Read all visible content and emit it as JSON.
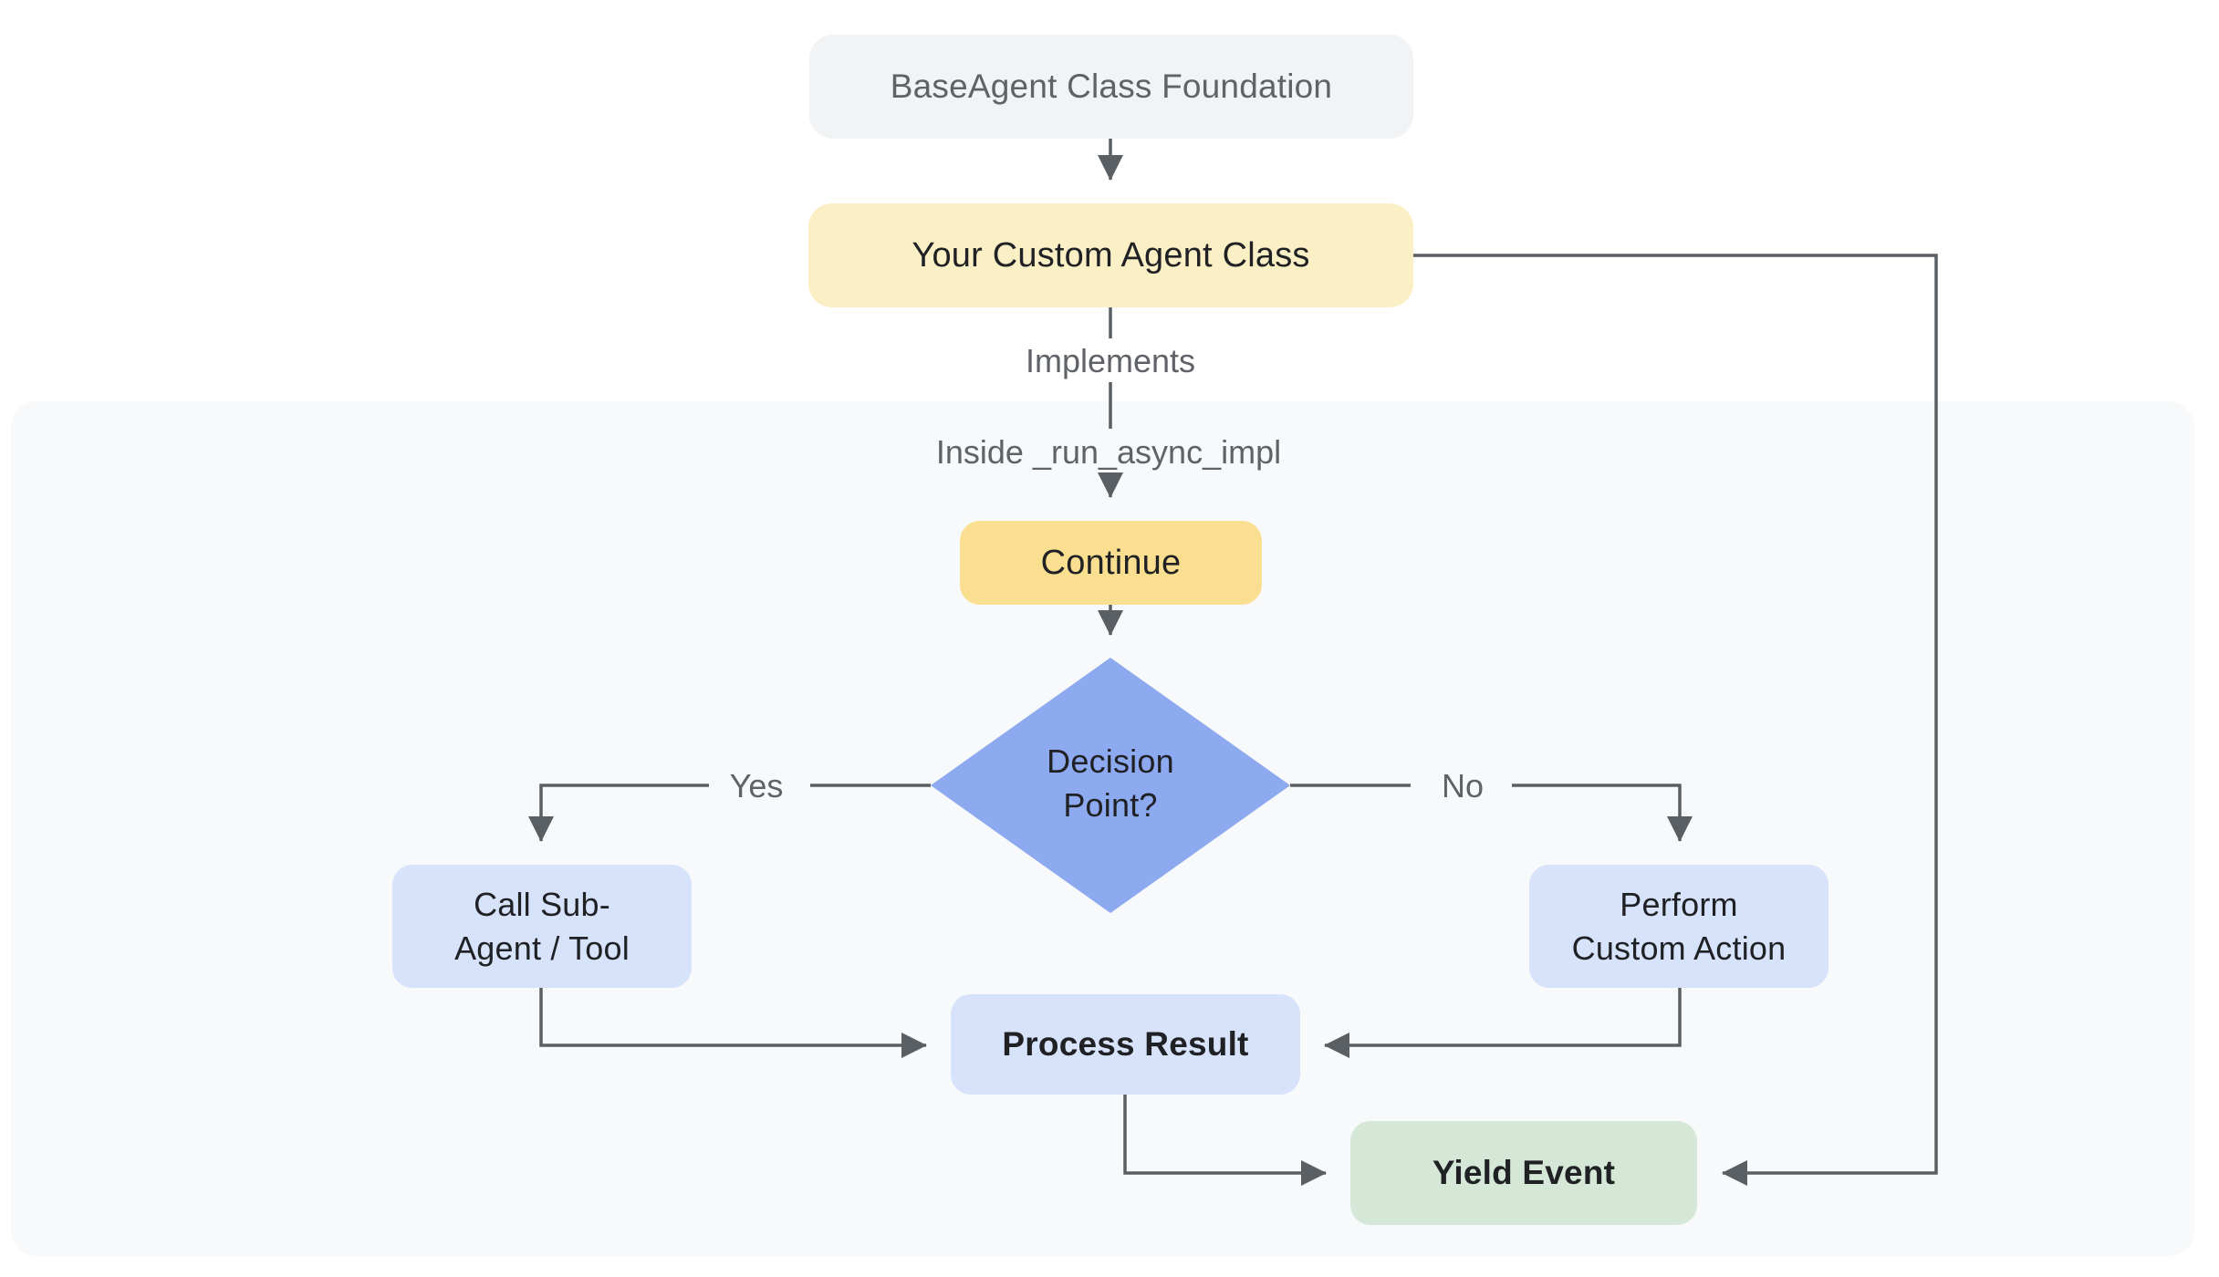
{
  "diagram": {
    "title": "Custom agent flowchart",
    "nodes": {
      "base_agent": {
        "label": "BaseAgent Class Foundation"
      },
      "custom_agent": {
        "label": "Your Custom Agent Class"
      },
      "continue_step": {
        "label": "Continue"
      },
      "decision": {
        "label": "Decision\nPoint?"
      },
      "call_subagent": {
        "label": "Call Sub-\nAgent / Tool"
      },
      "perform_custom": {
        "label": "Perform\nCustom Action"
      },
      "process_result": {
        "label": "Process Result"
      },
      "yield_event": {
        "label": "Yield Event"
      }
    },
    "edge_labels": {
      "implements": "Implements",
      "inside_impl": "Inside _run_async_impl",
      "yes": "Yes",
      "no": "No"
    },
    "colors": {
      "page_bg": "#FFFFFF",
      "panel_bg": "#F8F9FA",
      "base_fill": "#F1F3F4",
      "custom_fill": "#FBEFC5",
      "continue_fill": "#FBDF90",
      "decision_fill": "#8DA9EF",
      "action_fill": "#D7E2FB",
      "yield_fill": "#D5E8D8",
      "connector": "#5A5F64",
      "dark_text": "#202124",
      "gray_text": "#5F6368"
    }
  }
}
